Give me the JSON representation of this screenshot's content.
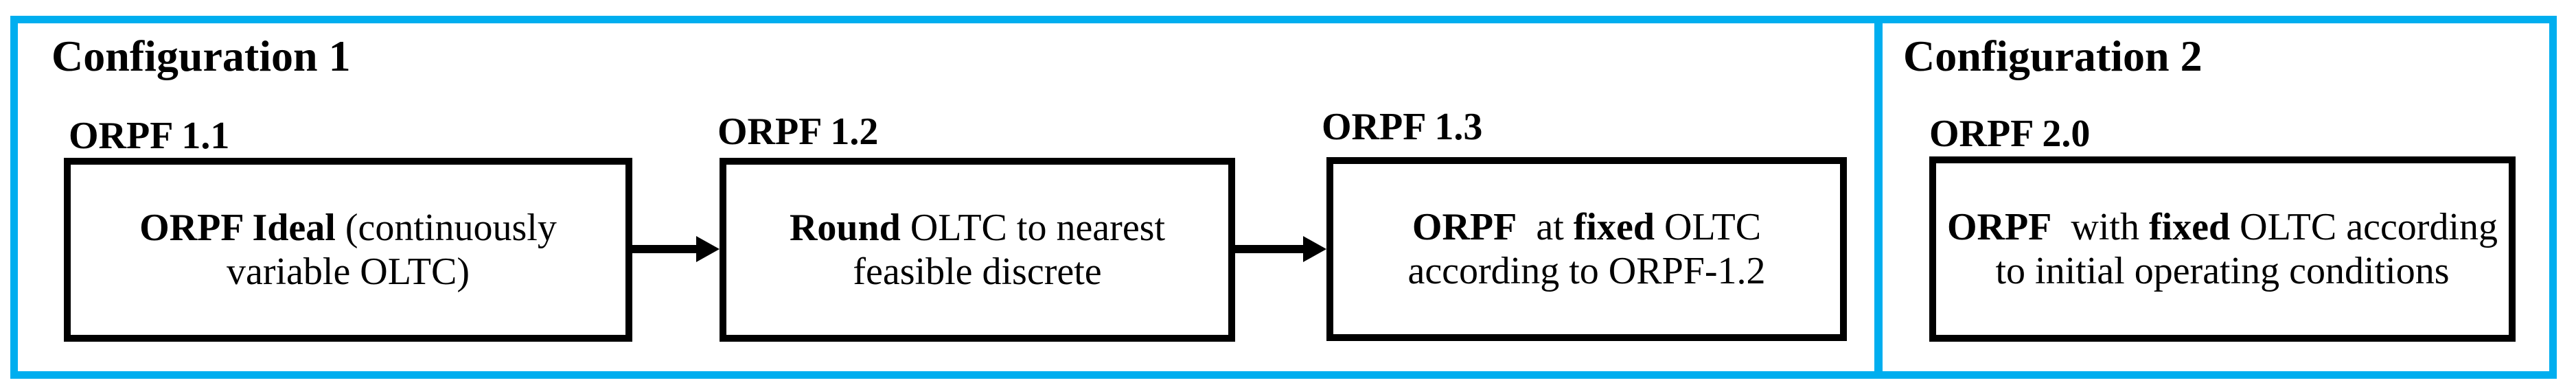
{
  "colors": {
    "frame_accent": "#00AEEF",
    "box_border": "#000000",
    "text": "#000000",
    "background": "#FFFFFF"
  },
  "config1": {
    "title": "Configuration 1",
    "boxes": [
      {
        "label": "ORPF 1.1",
        "line1": [
          {
            "b": true,
            "t": "ORPF Ideal"
          },
          {
            "b": false,
            "t": " (continuously"
          }
        ],
        "line2": [
          {
            "b": false,
            "t": "variable OLTC)"
          }
        ]
      },
      {
        "label": "ORPF 1.2",
        "line1": [
          {
            "b": true,
            "t": "Round"
          },
          {
            "b": false,
            "t": " OLTC to nearest"
          }
        ],
        "line2": [
          {
            "b": false,
            "t": "feasible discrete"
          }
        ]
      },
      {
        "label": "ORPF 1.3",
        "line1": [
          {
            "b": true,
            "t": "ORPF"
          },
          {
            "b": false,
            "t": "  at "
          },
          {
            "b": true,
            "t": "fixed"
          },
          {
            "b": false,
            "t": " OLTC"
          }
        ],
        "line2": [
          {
            "b": false,
            "t": "according to ORPF-1.2"
          }
        ]
      }
    ]
  },
  "config2": {
    "title": "Configuration 2",
    "box": {
      "label": "ORPF 2.0",
      "line1": [
        {
          "b": true,
          "t": "ORPF"
        },
        {
          "b": false,
          "t": "  with "
        },
        {
          "b": true,
          "t": "fixed"
        },
        {
          "b": false,
          "t": " OLTC according"
        }
      ],
      "line2": [
        {
          "b": false,
          "t": "to initial operating conditions"
        }
      ]
    }
  }
}
